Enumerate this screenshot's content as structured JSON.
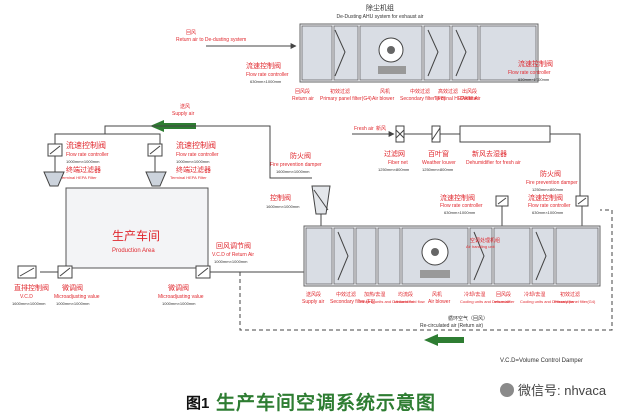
{
  "top_unit": {
    "title_cn": "除尘机组",
    "title_en": "De-Dusting AHU system for exhaust air",
    "return_arrow_cn": "回风",
    "return_arrow_en": "Return air to De-dusting system",
    "flow_cn": "流速控制阀",
    "flow_en": "Flow rate controller",
    "flow_dim": "630mm×1000mm",
    "sections": [
      {
        "cn": "回风段",
        "en": "Return air"
      },
      {
        "cn": "初效过滤",
        "en": "Primary panel filter(G4)"
      },
      {
        "cn": "风机",
        "en": "Air blower"
      },
      {
        "cn": "中效过滤",
        "en": "Secondary filter (F8)"
      },
      {
        "cn": "高效过滤",
        "en": "Terminal HEPA filter"
      },
      {
        "cn": "出风段",
        "en": "Outlet Air"
      }
    ]
  },
  "supply_arrow": {
    "cn": "送风",
    "en": "Supply air"
  },
  "left_controllers": [
    {
      "cn": "流速控制阀",
      "en": "Flow rate controller",
      "dim": "1000mm×1000mm"
    },
    {
      "cn": "流速控制阀",
      "en": "Flow rate controller",
      "dim": "1000mm×1000mm"
    }
  ],
  "hepa": [
    {
      "cn": "终端过滤器",
      "en": "Terminal HEPA Filter"
    },
    {
      "cn": "终端过滤器",
      "en": "Terminal HEPA Filter"
    }
  ],
  "production": {
    "cn": "生产车间",
    "en": "Production Area"
  },
  "vcd_return": {
    "cn": "回风调节阀",
    "en": "V.C.D of Return Air",
    "dim": "1000mm×1000mm"
  },
  "vcd_left": {
    "cn": "直排控制阀",
    "en": "V.C.D",
    "dim": "1600mm×1000mm"
  },
  "micro_left": {
    "cn": "微调阀",
    "en": "Microadjusting value",
    "dim": "1000mm×1000mm"
  },
  "micro_right": {
    "cn": "微调阀",
    "en": "Microadjusting value",
    "dim": "1000mm×1000mm"
  },
  "fire_top": {
    "cn": "防火阀",
    "en": "Fire prevention damper",
    "dim": "1600mm×1000mm"
  },
  "ctrl_valve": {
    "cn": "控制阀",
    "dim": "1600mm×1000mm"
  },
  "fresh_air": {
    "cn": "新风",
    "en": "Fresh air"
  },
  "fresh_chain": [
    {
      "cn": "过滤网",
      "en": "Fiber net",
      "dim": "1250mm×800mm"
    },
    {
      "cn": "百叶窗",
      "en": "Weather louver",
      "dim": "1250mm×800mm"
    },
    {
      "cn": "新风去湿器",
      "en": "Dehumidifier for fresh air"
    }
  ],
  "fire_right": {
    "cn": "防火阀",
    "en": "Fire prevention damper",
    "dim": "1250mm×800mm"
  },
  "right_controllers": [
    {
      "cn": "流速控制阀",
      "en": "Flow rate controller",
      "dim": "630mm×1000mm"
    },
    {
      "cn": "流速控制阀",
      "en": "Flow rate controller",
      "dim": "630mm×1000mm"
    }
  ],
  "bottom_unit": {
    "title_cn": "空调处理机组",
    "title_en": "Air handling unit",
    "sections": [
      {
        "cn": "送风段",
        "en": "Supply air"
      },
      {
        "cn": "中效过滤",
        "en": "Secondary filter (F8)"
      },
      {
        "cn": "加热/去湿",
        "en": "Heating units and Dehumidifier"
      },
      {
        "cn": "均流段",
        "en": "Uniform fluid flow"
      },
      {
        "cn": "风机",
        "en": "Air blower"
      },
      {
        "cn": "冷却/去湿",
        "en": "Cooling units and Dehumidifier"
      },
      {
        "cn": "回风段",
        "en": "return air"
      },
      {
        "cn": "冷却/去湿",
        "en": "Cooling units and Dehumidifier"
      },
      {
        "cn": "初效过滤",
        "en": "Primary panel filter(G4)"
      }
    ]
  },
  "recirc": {
    "cn": "循环空气（回风）",
    "en": "Re-circulated air (Return air)"
  },
  "legend": "V.C.D=Volume Control Damper",
  "caption": {
    "label": "图1",
    "title": "生产车间空调系统示意图"
  },
  "watermark": "微信号: nhvaca",
  "colors": {
    "red": "#e0282e",
    "green": "#2e7d32",
    "line": "#444444"
  }
}
